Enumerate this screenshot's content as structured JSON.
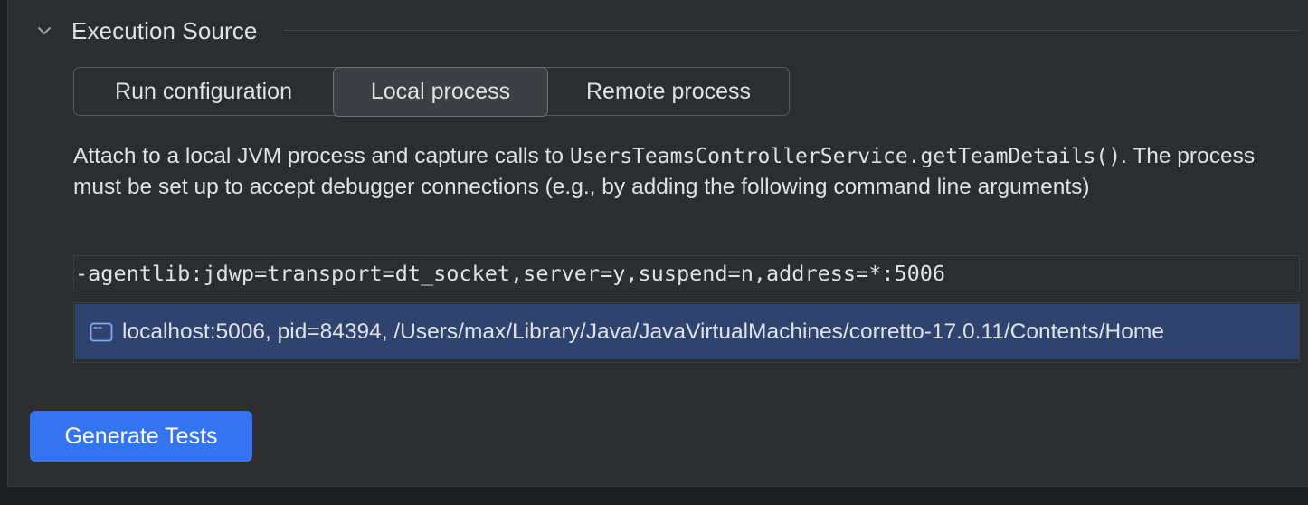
{
  "section": {
    "title": "Execution Source",
    "icon": "chevron-down-icon"
  },
  "source_tabs": [
    {
      "label": "Run configuration",
      "selected": false
    },
    {
      "label": "Local process",
      "selected": true
    },
    {
      "label": "Remote process",
      "selected": false
    }
  ],
  "description": {
    "prefix": "Attach to a local JVM process and capture calls to ",
    "method": "UsersTeamsControllerService.getTeamDetails()",
    "suffix": ". The process must be set up to accept debugger connections (e.g., by adding the following command line arguments)"
  },
  "command_line": "-agentlib:jdwp=transport=dt_socket,server=y,suspend=n,address=*:5006",
  "processes": [
    {
      "icon": "window-icon",
      "label": "localhost:5006, pid=84394, /Users/max/Library/Java/JavaVirtualMachines/corretto-17.0.11/Contents/Home",
      "selected": true
    }
  ],
  "generate_button": {
    "label": "Generate Tests"
  },
  "colors": {
    "background": "#2b2d30",
    "selected_row": "#2e436e",
    "primary_button": "#3574f0",
    "text": "#dfe1e5"
  }
}
